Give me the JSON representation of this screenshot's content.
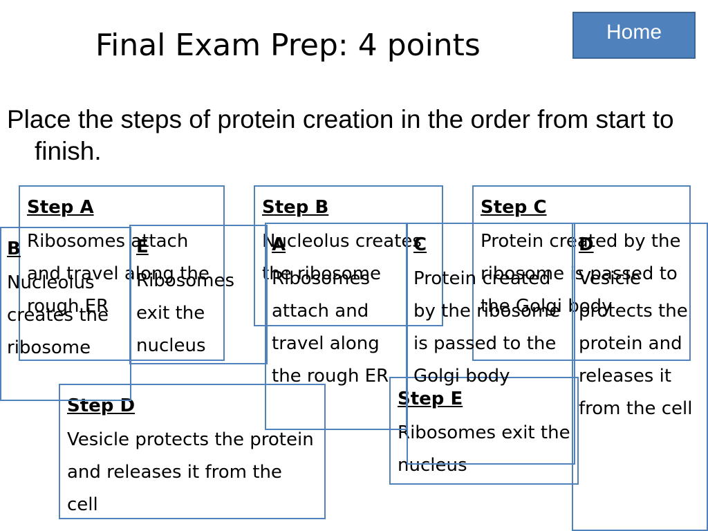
{
  "title": "Final Exam Prep: 4 points",
  "home_label": "Home",
  "instruction": "Place the steps of protein creation in the order from start to finish.",
  "colors": {
    "accent": "#4f81bd",
    "accent_border": "#3a6494"
  },
  "steps": [
    {
      "id": "step-a",
      "header": "Step A",
      "text": "Ribosomes attach and travel along the rough ER"
    },
    {
      "id": "step-b",
      "header": "Step B",
      "text": "Nucleolus creates the ribosome"
    },
    {
      "id": "step-c",
      "header": "Step C",
      "text": "Protein created by the ribosome is passed to the Golgi body"
    },
    {
      "id": "step-d",
      "header": "Step D",
      "text": "Vesicle protects the protein and releases it from the cell"
    },
    {
      "id": "step-e",
      "header": "Step E",
      "text": "Ribosomes exit the nucleus"
    }
  ],
  "tiles": [
    {
      "id": "tile-b",
      "header": "B",
      "text": "Nucleolus creates the ribosome"
    },
    {
      "id": "tile-e",
      "header": "E",
      "text": "Ribosomes exit the nucleus"
    },
    {
      "id": "tile-a",
      "header": "A",
      "text": "Ribosomes attach and travel along the rough ER"
    },
    {
      "id": "tile-c",
      "header": "C",
      "text": "Protein created by the ribosome is passed to the Golgi body"
    },
    {
      "id": "tile-d",
      "header": "D",
      "text": "Vesicle protects the protein and releases it from the cell"
    }
  ]
}
